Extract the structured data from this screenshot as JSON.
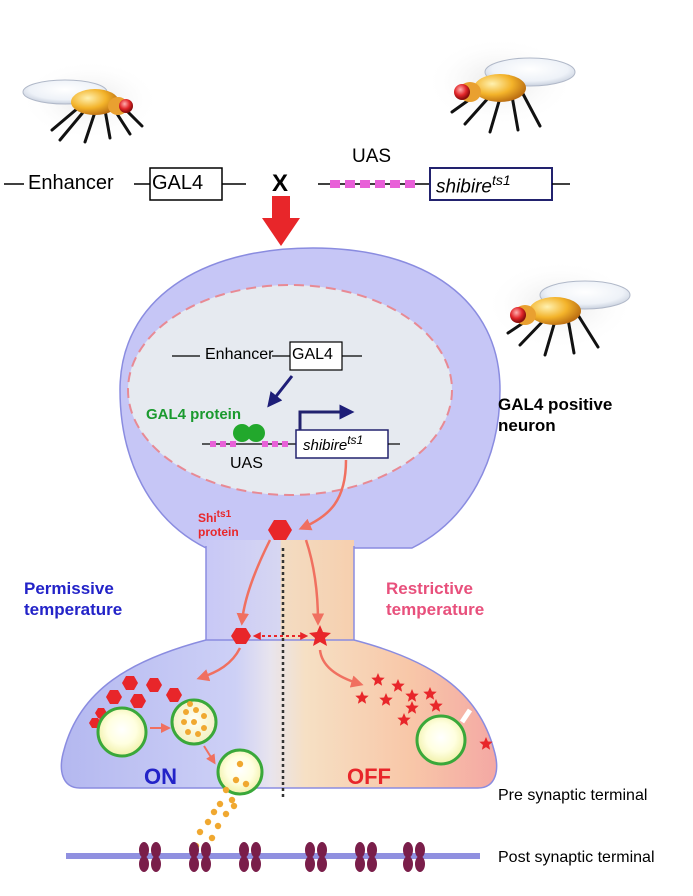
{
  "cross": {
    "enhancer": "Enhancer",
    "gal4": "GAL4",
    "cross_symbol": "X",
    "uas": "UAS",
    "shibire": "shibire",
    "ts1": "ts1"
  },
  "nucleus": {
    "enhancer": "Enhancer",
    "gal4": "GAL4",
    "gal4_protein": "GAL4 protein",
    "uas": "UAS",
    "shibire": "shibire",
    "ts1": "ts1"
  },
  "shi_protein": {
    "shi": "Shi",
    "ts1": "ts1",
    "protein": "protein"
  },
  "neuron_label": {
    "line1": "GAL4 positive",
    "line2": "neuron"
  },
  "permissive": {
    "line1": "Permissive",
    "line2": "temperature",
    "state": "ON"
  },
  "restrictive": {
    "line1": "Restrictive",
    "line2": "temperature",
    "state": "OFF"
  },
  "terminals": {
    "pre": "Pre synaptic terminal",
    "post": "Post synaptic terminal"
  },
  "colors": {
    "neuron_fill": "#c6c6f6",
    "nucleus_fill": "#e6eaf0",
    "shi_red": "#e8262a",
    "arrow_red": "#f07060",
    "permissive_blue": "#2323c8",
    "restrictive_pink": "#e8507c",
    "gal4_green": "#1a9a2e",
    "uas_pink": "#e860d8",
    "gene_box_navy": "#22226e",
    "vesicle_green": "#3aa83a",
    "transmitter_orange": "#f0a830",
    "receptor_maroon": "#7a1e4a"
  }
}
